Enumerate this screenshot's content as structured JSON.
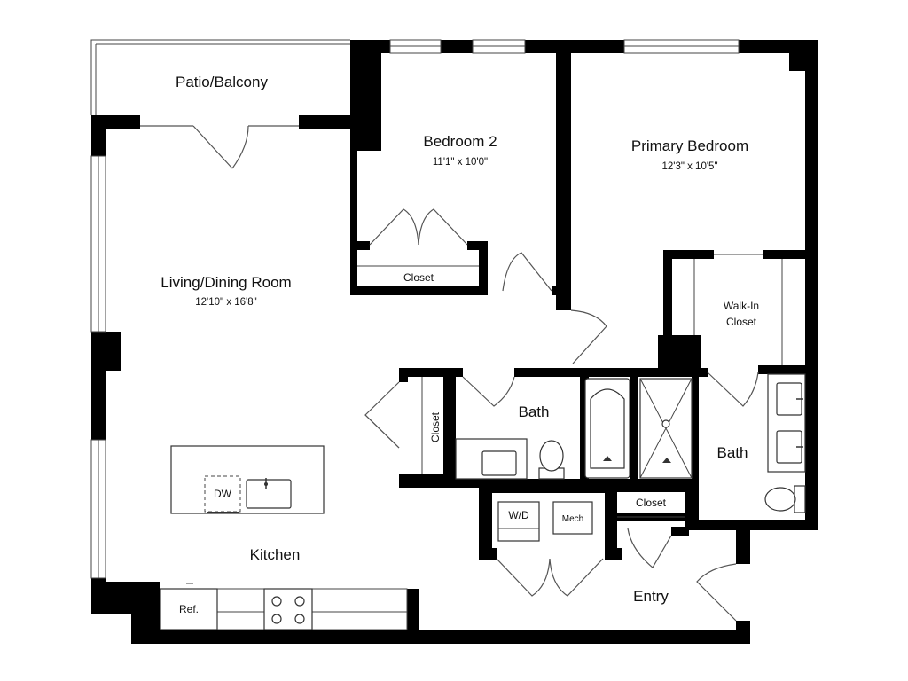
{
  "colors": {
    "wall": "#000000",
    "line": "#444444",
    "background": "#ffffff"
  },
  "rooms": {
    "patio": {
      "name": "Patio/Balcony"
    },
    "bedroom2": {
      "name": "Bedroom 2",
      "dims": "11'1\" x 10'0\""
    },
    "primary_bedroom": {
      "name": "Primary Bedroom",
      "dims": "12'3\" x 10'5\""
    },
    "living_dining": {
      "name": "Living/Dining Room",
      "dims": "12'10\" x 16'8\""
    },
    "kitchen": {
      "name": "Kitchen"
    },
    "entry": {
      "name": "Entry"
    },
    "bath_hall": {
      "name": "Bath"
    },
    "bath_primary": {
      "name": "Bath"
    },
    "walk_in_closet": {
      "line1": "Walk-In",
      "line2": "Closet"
    },
    "closet_bedroom2": {
      "name": "Closet"
    },
    "closet_hall": {
      "name": "Closet"
    },
    "closet_entry": {
      "name": "Closet"
    }
  },
  "fixtures": {
    "dishwasher": "DW",
    "washer_dryer": "W/D",
    "mechanical": "Mech",
    "refrigerator": "Ref."
  }
}
